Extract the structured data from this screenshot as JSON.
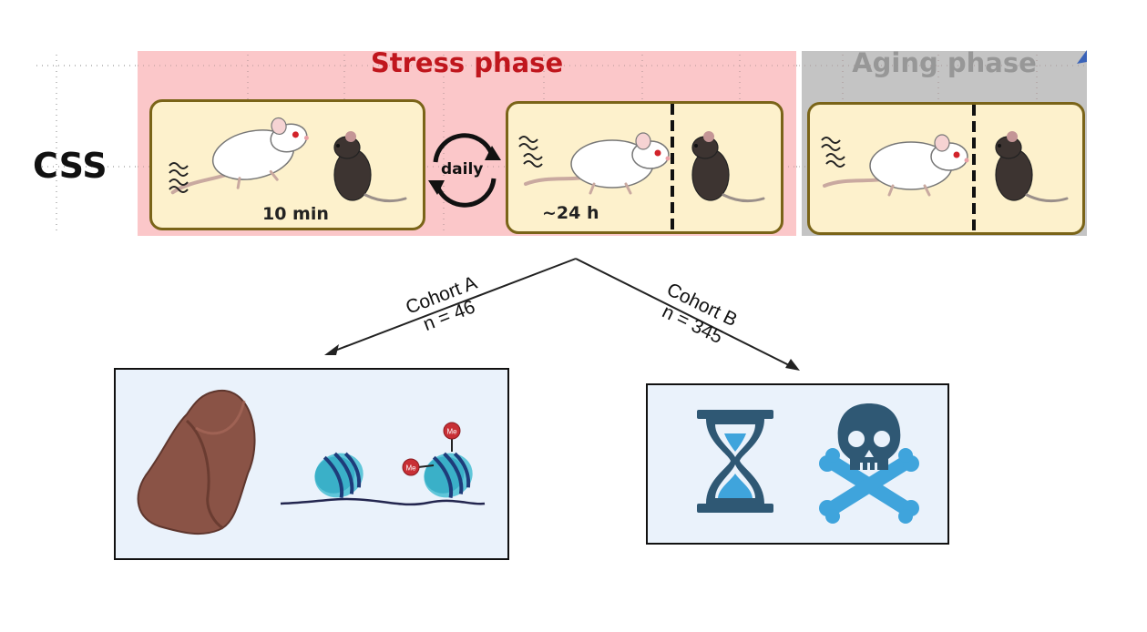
{
  "group_label": "CSS",
  "phases": {
    "stress": {
      "label": "Stress phase",
      "color": "#c0161d"
    },
    "aging": {
      "label": "Aging phase",
      "color": "#979797"
    }
  },
  "cages": {
    "encounter_duration": "10 min",
    "cohabitation_duration": "~24 h"
  },
  "cycle_label": "daily",
  "cohorts": {
    "a": {
      "name": "Cohort A",
      "n": "n = 46"
    },
    "b": {
      "name": "Cohort B",
      "n": "n = 345"
    }
  },
  "icons": [
    "fog-grid-icon",
    "mouse-icon",
    "aggressor-mouse-icon",
    "cycle-arrows-icon",
    "liver-icon",
    "nucleosome-icon",
    "methyl-mark-icon",
    "hourglass-icon",
    "skull-crossbones-icon"
  ],
  "methyl_label": "Me"
}
